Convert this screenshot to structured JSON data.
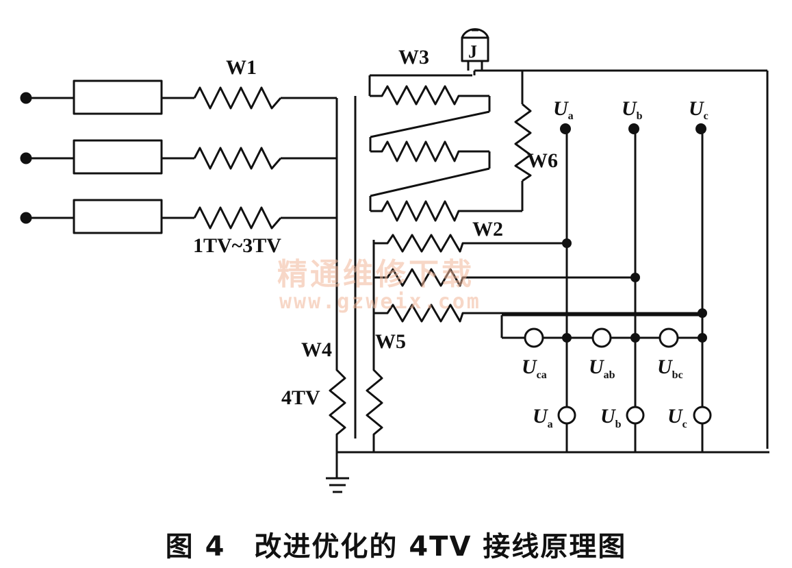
{
  "labels": {
    "w1": "W1",
    "w2": "W2",
    "w3": "W3",
    "w4": "W4",
    "w5": "W5",
    "w6": "W6",
    "tv13": "1TV~3TV",
    "tv4": "4TV",
    "relay": "J"
  },
  "terminals": [
    {
      "main": "U",
      "sub": "a"
    },
    {
      "main": "U",
      "sub": "b"
    },
    {
      "main": "U",
      "sub": "c"
    }
  ],
  "meters_line": [
    {
      "main": "U",
      "sub": "ca"
    },
    {
      "main": "U",
      "sub": "ab"
    },
    {
      "main": "U",
      "sub": "bc"
    }
  ],
  "meters_phase": [
    {
      "main": "U",
      "sub": "a"
    },
    {
      "main": "U",
      "sub": "b"
    },
    {
      "main": "U",
      "sub": "c"
    }
  ],
  "watermark": {
    "cn": "精通维修下载",
    "url": "www.gzweix.com"
  },
  "caption": "图 4　改进优化的 4TV 接线原理图"
}
